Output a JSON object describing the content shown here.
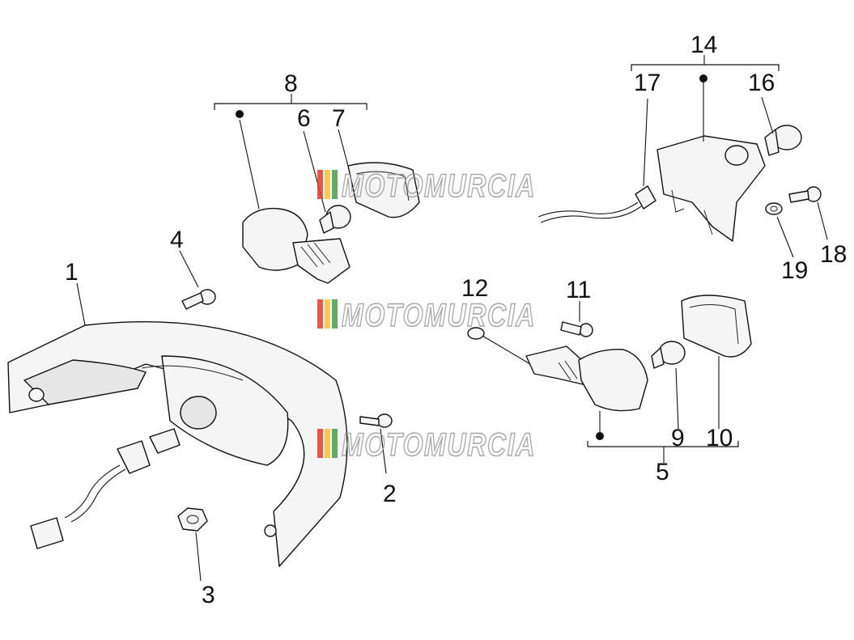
{
  "callouts": {
    "c1": "1",
    "c2": "2",
    "c3": "3",
    "c4": "4",
    "c5": "5",
    "c6": "6",
    "c7": "7",
    "c8": "8",
    "c9": "9",
    "c10": "10",
    "c11": "11",
    "c12": "12",
    "c14": "14",
    "c16": "16",
    "c17": "17",
    "c18": "18",
    "c19": "19"
  },
  "watermark": {
    "text": "MOTOMURCIA",
    "colors": [
      "#e53935",
      "#fbc02d",
      "#43a047"
    ]
  }
}
